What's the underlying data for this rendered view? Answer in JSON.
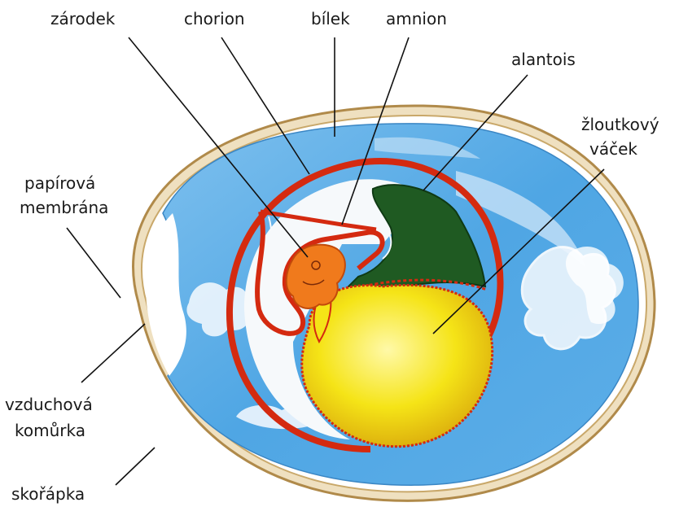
{
  "labels": {
    "zarodek": "zárodek",
    "chorion": "chorion",
    "bilek": "bílek",
    "amnion": "amnion",
    "alantois": "alantois",
    "zloutkovy_1": "žloutkový",
    "zloutkovy_2": "váček",
    "papirova_1": "papírová",
    "papirova_2": "membrána",
    "vzduchova_1": "vzduchová",
    "vzduchova_2": "komůrka",
    "skorapka": "skořápka"
  },
  "colors": {
    "shell": "#c9a86a",
    "albumen": "#4fa6e4",
    "albumen_light": "#cfe6f8",
    "chorion": "#d42a10",
    "allantois": "#1f5a22",
    "yolk": "#f5e417",
    "embryo": "#f07a1c",
    "air_cell": "#ffffff"
  }
}
